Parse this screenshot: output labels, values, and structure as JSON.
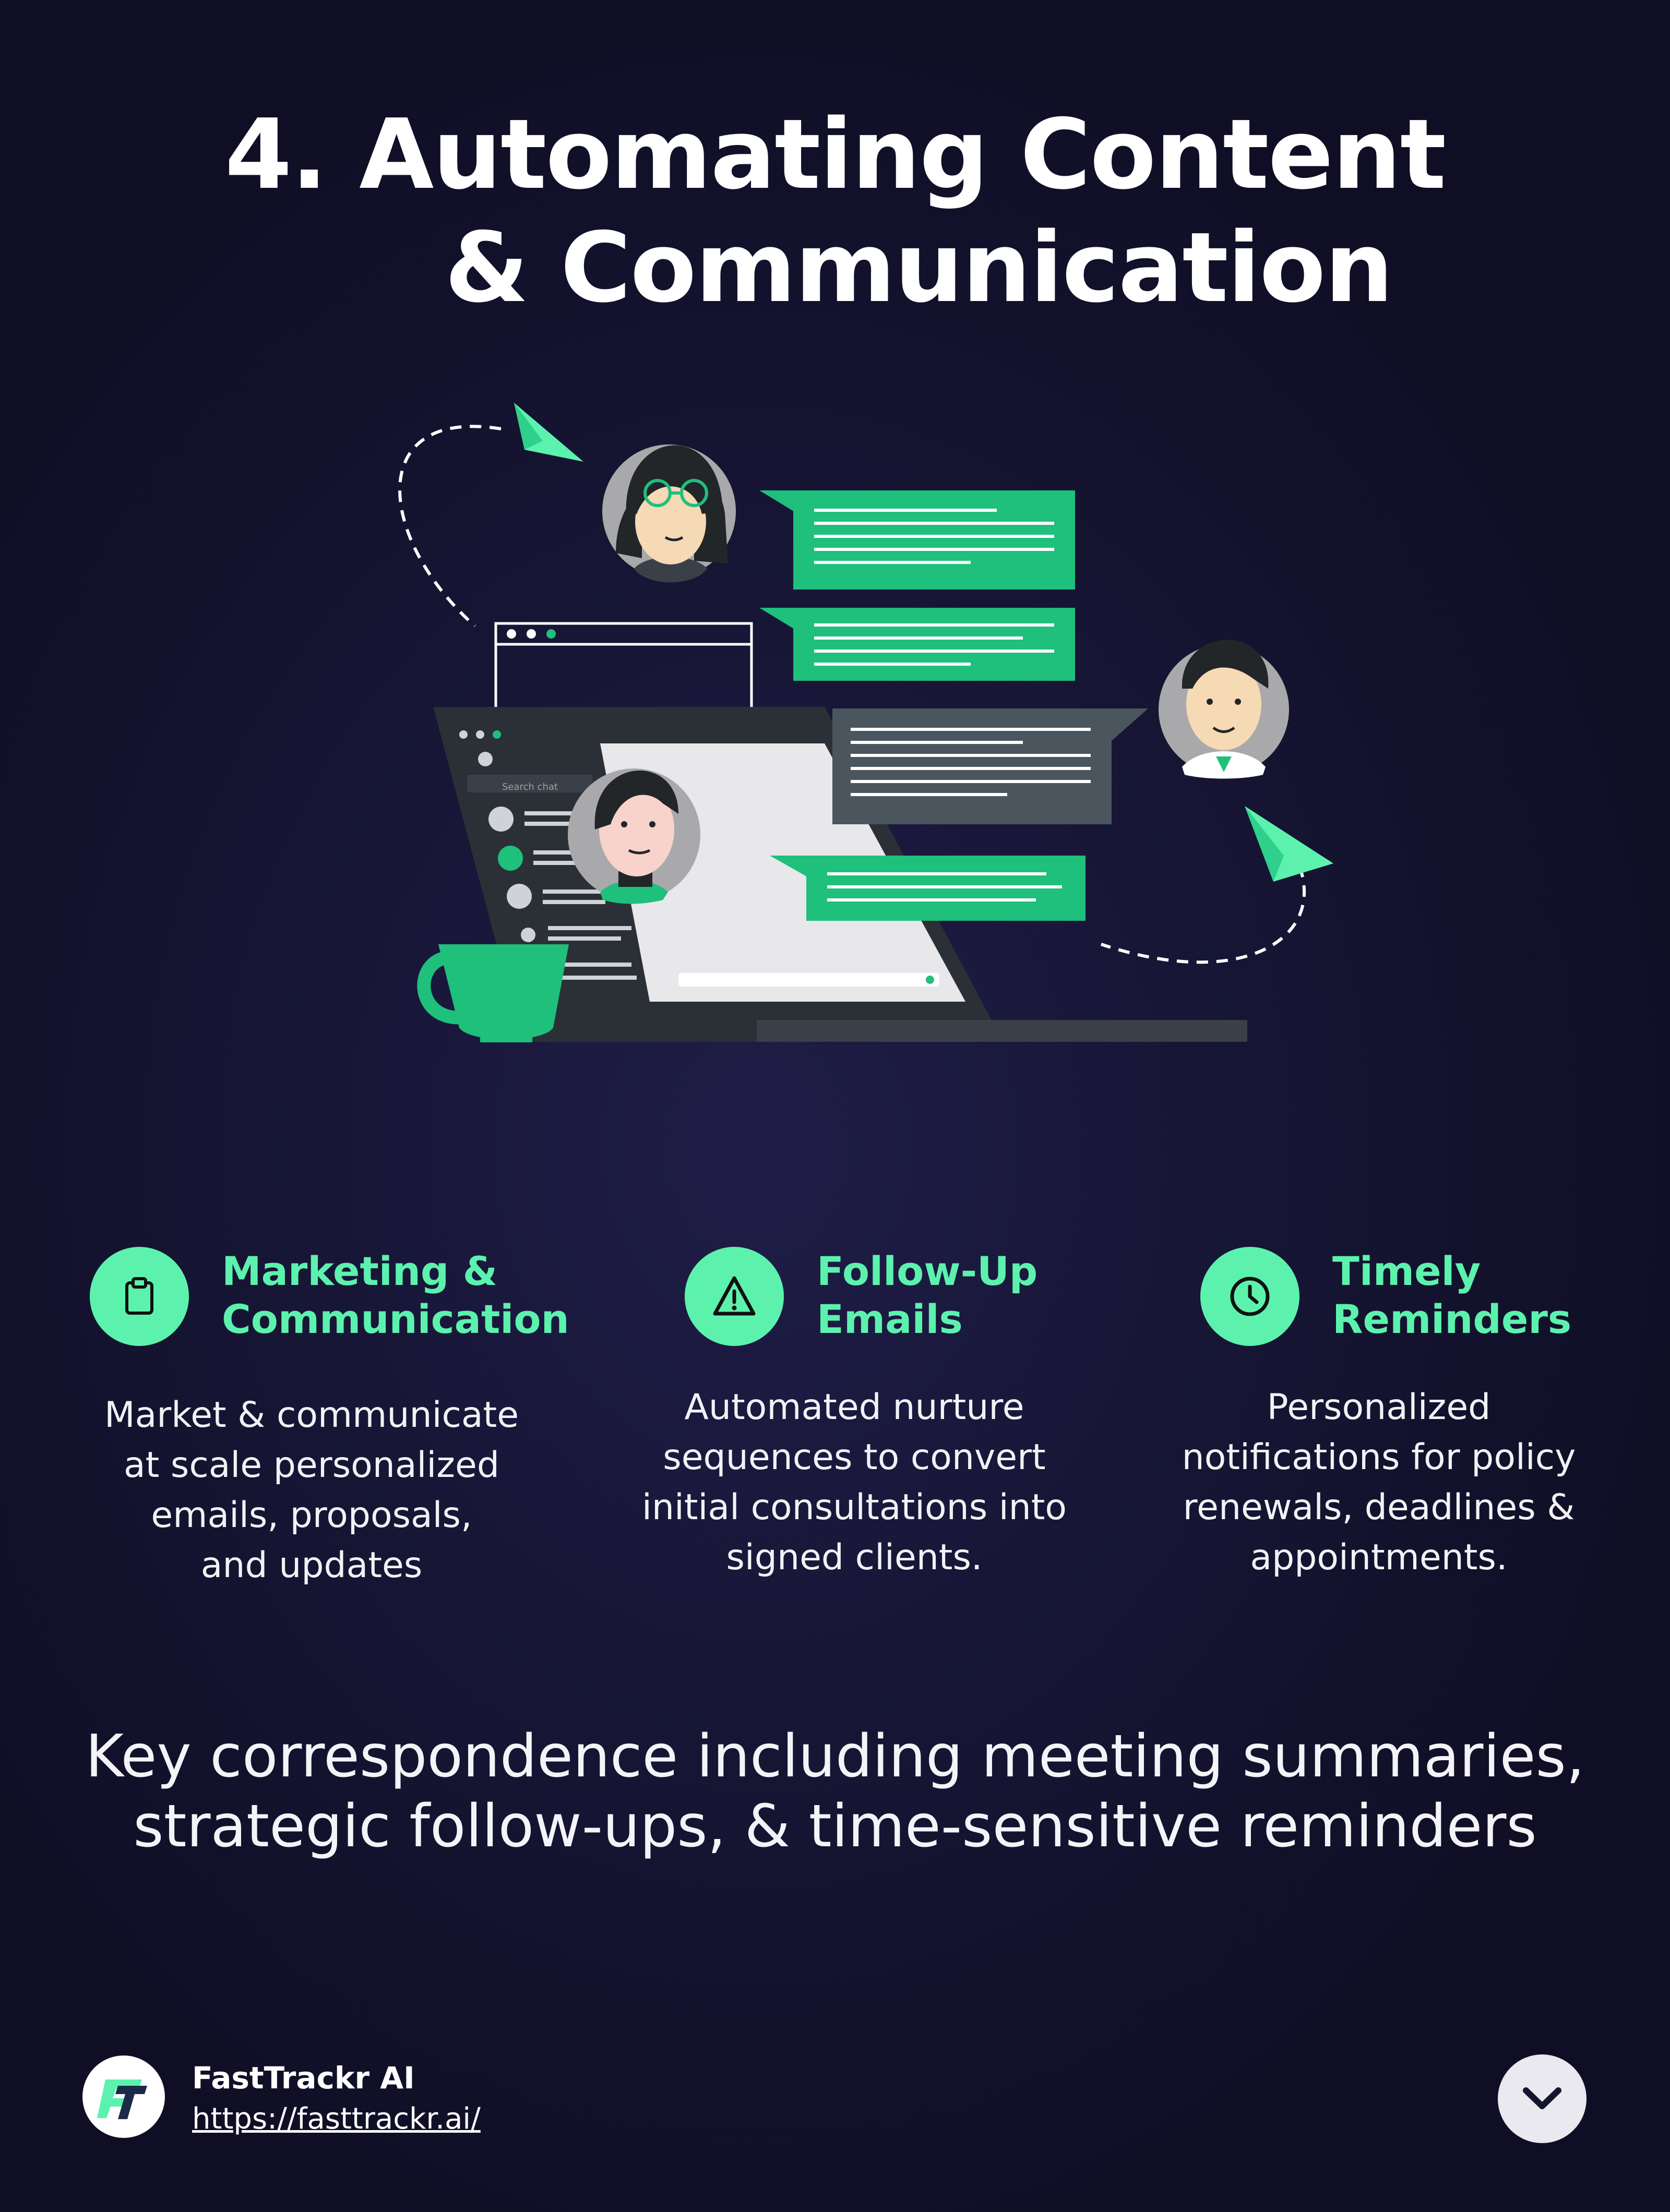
{
  "title_line1": "4. Automating Content",
  "title_line2": "& Communication",
  "features": [
    {
      "icon": "clipboard-icon",
      "title_line1": "Marketing &",
      "title_line2": "Communication",
      "desc": [
        "Market & communicate",
        "at scale personalized",
        "emails, proposals,",
        "and updates"
      ]
    },
    {
      "icon": "warning-icon",
      "title_line1": "Follow-Up",
      "title_line2": "Emails",
      "desc": [
        "Automated nurture",
        "sequences to convert",
        "initial consultations into",
        "signed clients."
      ]
    },
    {
      "icon": "clock-icon",
      "title_line1": "Timely",
      "title_line2": "Reminders",
      "desc": [
        "Personalized",
        "notifications for policy",
        "renewals, deadlines &",
        "appointments."
      ]
    }
  ],
  "tagline_line1": "Key correspondence including meeting summaries,",
  "tagline_line2": "strategic follow-ups, & time-sensitive reminders",
  "brand": {
    "name": "FastTrackr AI",
    "url": "https://fasttrackr.ai/"
  },
  "illustration": {
    "search_placeholder": "Search chat"
  },
  "colors": {
    "accent": "#5cf2ae",
    "illustration_green": "#1fbf7c",
    "background": "#171636"
  }
}
